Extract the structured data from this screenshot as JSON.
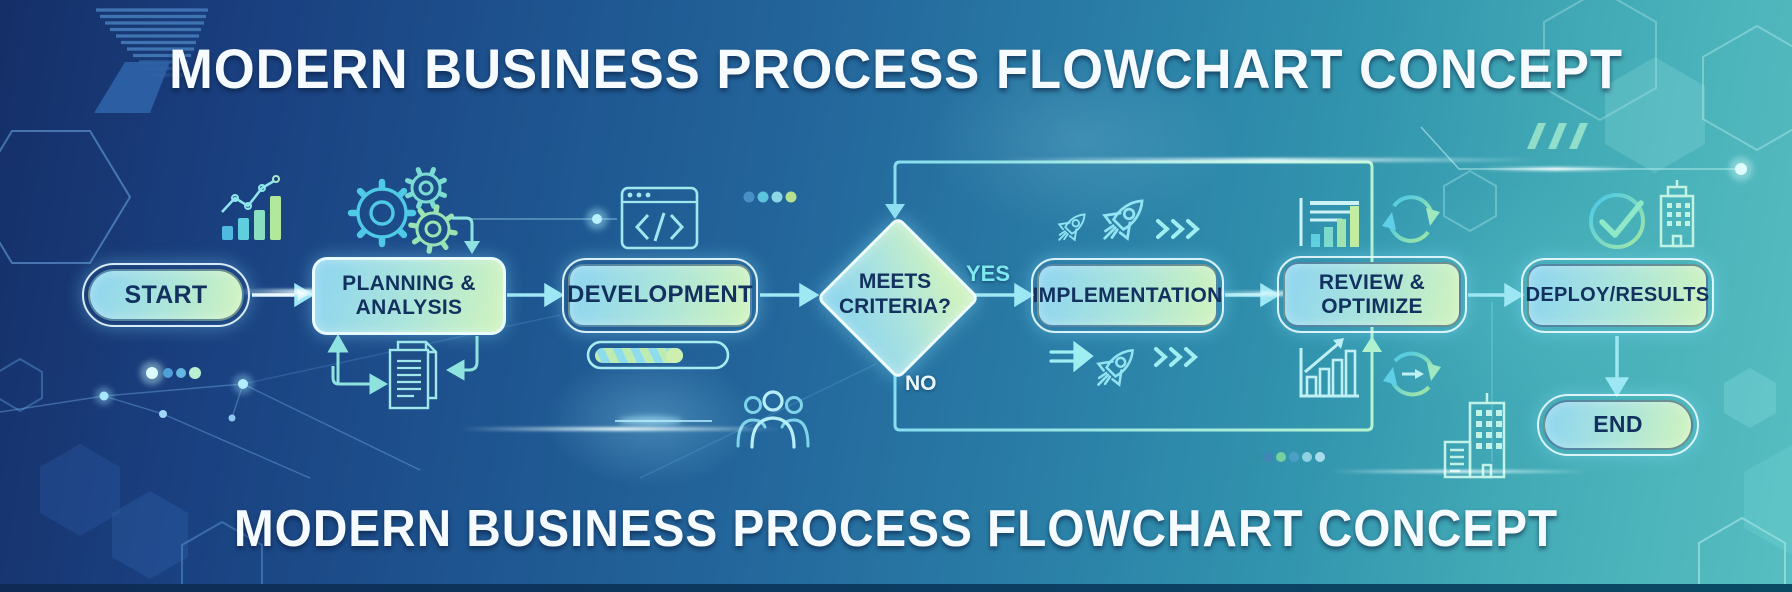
{
  "titles": {
    "top": "MODERN BUSINESS PROCESS FLOWCHART CONCEPT",
    "bottom": "MODERN BUSINESS PROCESS FLOWCHART CONCEPT"
  },
  "flow": {
    "start": {
      "label": "START"
    },
    "planning": {
      "lines": [
        "PLANNING &",
        "ANALYSIS"
      ]
    },
    "development": {
      "label": "DEVELOPMENT"
    },
    "decision": {
      "lines": [
        "MEETS",
        "CRITERIA?"
      ]
    },
    "implementation": {
      "label": "IMPLEMENTATION"
    },
    "review": {
      "lines": [
        "REVIEW &",
        "OPTIMIZE"
      ]
    },
    "deploy": {
      "label": "DEPLOY/RESULTS"
    },
    "end": {
      "label": "END"
    },
    "yes_label": "YES",
    "no_label": "NO"
  },
  "icons": [
    "growth-trend-icon",
    "gears-icon",
    "gear-arrow-icon",
    "document-icon",
    "document-cycle-arrows",
    "code-window-icon",
    "progress-bar-icon",
    "loading-dots-icon",
    "team-icon",
    "rocket-small-icon",
    "rocket-large-icon",
    "rocket-bottom-icon",
    "chevrons-right-icon",
    "fast-forward-icon",
    "report-chart-icon",
    "refresh-icon",
    "growth-bars-icon",
    "sync-icon",
    "check-circle-icon",
    "building-icon",
    "city-buildings-icon",
    "progress-dots-icon"
  ],
  "colors": {
    "background_left": "#152f68",
    "background_right": "#57bfc1",
    "node_gradient_start": "#90d6ef",
    "node_gradient_end": "#cdf2c0",
    "node_text": "#12315e",
    "arrow_cyan": "#9fe8f4",
    "loop_mint": "#b6f4cf",
    "yes_label_color": "#7de9ef",
    "no_label_color": "#e7f7fd",
    "title_color": "#f5fbff"
  }
}
